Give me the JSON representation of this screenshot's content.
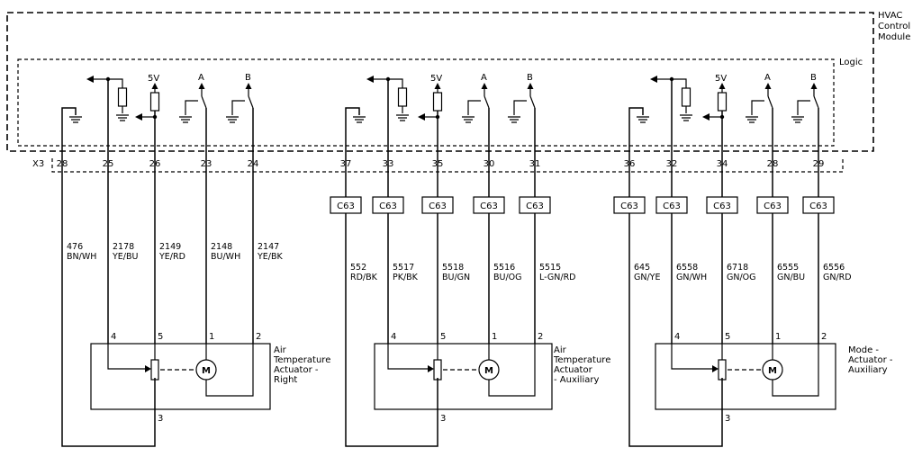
{
  "module": {
    "title_lines": [
      "HVAC",
      "Control",
      "Module"
    ],
    "logic_label": "Logic",
    "connector_label": "X3",
    "supply_label": "5V",
    "signal_a_label": "A",
    "signal_b_label": "B"
  },
  "connector_label": "C63",
  "motor_symbol": "M",
  "actuators": [
    {
      "pins": [
        "28",
        "25",
        "26",
        "23",
        "24"
      ],
      "wires": [
        {
          "circuit": "476",
          "color": "BN/WH"
        },
        {
          "circuit": "2178",
          "color": "YE/BU"
        },
        {
          "circuit": "2149",
          "color": "YE/RD"
        },
        {
          "circuit": "2148",
          "color": "BU/WH"
        },
        {
          "circuit": "2147",
          "color": "YE/BK"
        }
      ],
      "terminals": [
        "4",
        "5",
        "1",
        "2",
        "3"
      ],
      "name_lines": [
        "Air",
        "Temperature",
        "Actuator -",
        "Right"
      ]
    },
    {
      "pins": [
        "37",
        "33",
        "35",
        "30",
        "31"
      ],
      "wires": [
        {
          "circuit": "552",
          "color": "RD/BK"
        },
        {
          "circuit": "5517",
          "color": "PK/BK"
        },
        {
          "circuit": "5518",
          "color": "BU/GN"
        },
        {
          "circuit": "5516",
          "color": "BU/OG"
        },
        {
          "circuit": "5515",
          "color": "L-GN/RD"
        }
      ],
      "terminals": [
        "4",
        "5",
        "1",
        "2",
        "3"
      ],
      "name_lines": [
        "Air",
        "Temperature",
        "Actuator",
        "- Auxiliary"
      ]
    },
    {
      "pins": [
        "36",
        "32",
        "34",
        "28",
        "29"
      ],
      "wires": [
        {
          "circuit": "645",
          "color": "GN/YE"
        },
        {
          "circuit": "6558",
          "color": "GN/WH"
        },
        {
          "circuit": "6718",
          "color": "GN/OG"
        },
        {
          "circuit": "6555",
          "color": "GN/BU"
        },
        {
          "circuit": "6556",
          "color": "GN/RD"
        }
      ],
      "terminals": [
        "4",
        "5",
        "1",
        "2",
        "3"
      ],
      "name_lines": [
        "Mode -",
        "Actuator -",
        "Auxiliary"
      ]
    }
  ]
}
